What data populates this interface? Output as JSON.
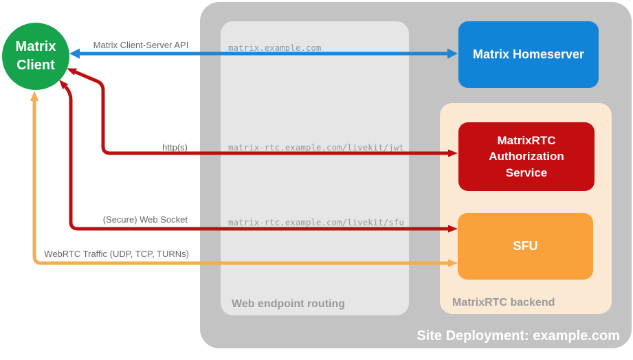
{
  "containers": {
    "site": {
      "label": "Site Deployment: example.com",
      "fill": "#c3c3c3",
      "label_color": "#ffffff"
    },
    "routing": {
      "label": "Web endpoint routing",
      "fill": "#e6e6e6",
      "label_color": "#999999"
    },
    "backend": {
      "label": "MatrixRTC backend",
      "fill": "#fce9d3",
      "label_color": "#999999"
    }
  },
  "nodes": {
    "client": {
      "label": "Matrix Client",
      "fill": "#17a24c",
      "text_color": "#ffffff"
    },
    "homeserver": {
      "label": "Matrix Homeserver",
      "fill": "#1284d7",
      "text_color": "#ffffff"
    },
    "auth": {
      "label": "MatrixRTC Authorization Service",
      "fill": "#c40d11",
      "text_color": "#ffffff"
    },
    "sfu": {
      "label": "SFU",
      "fill": "#f9a23c",
      "text_color": "#ffffff"
    }
  },
  "endpoints": {
    "homeserver": "matrix.example.com",
    "jwt": "matrix-rtc.example.com/livekit/jwt",
    "sfu": "matrix-rtc.example.com/livekit/sfu",
    "text_color": "#999999"
  },
  "edges": {
    "label_color": "#666666",
    "cs_api": {
      "label": "Matrix Client-Server API",
      "color": "#1e86d9",
      "from": "Matrix Client",
      "to": "Matrix Homeserver",
      "bidirectional": true
    },
    "http": {
      "label": "http(s)",
      "color": "#bf0d0f",
      "from": "Matrix Client",
      "to": "MatrixRTC Authorization Service",
      "bidirectional": true
    },
    "ws": {
      "label": "(Secure) Web Socket",
      "color": "#bf0d0f",
      "from": "Matrix Client",
      "to": "SFU",
      "bidirectional": true
    },
    "webrtc": {
      "label": "WebRTC Traffic (UDP, TCP, TURNs)",
      "color": "#f6ac52",
      "from": "Matrix Client",
      "to": "SFU",
      "bidirectional": true
    }
  }
}
